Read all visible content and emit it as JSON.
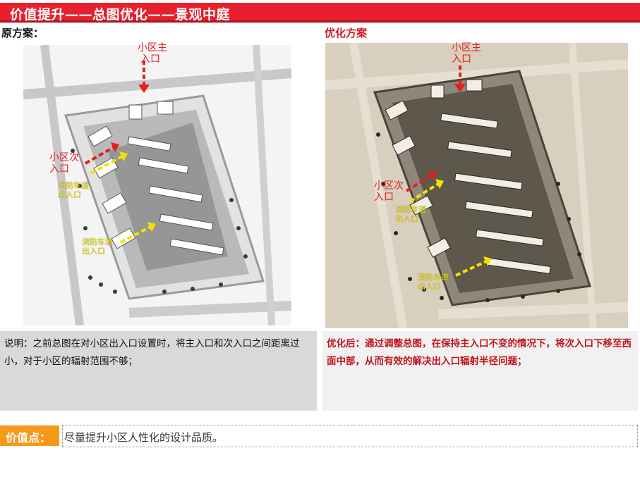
{
  "header": {
    "title": "价值提升——总图优化——景观中庭"
  },
  "left_panel": {
    "label": "原方案：",
    "main_entrance": [
      "小区主",
      "入口"
    ],
    "secondary_entrance": [
      "小区次",
      "入口"
    ],
    "fire_lane_1": [
      "消防车道",
      "出入口"
    ],
    "fire_lane_2": [
      "消防车道",
      "出入口"
    ],
    "description": "说明：之前总图在对小区出入口设置时，将主入口和次入口之间距离过小，对于小区的辐射范围不够；"
  },
  "right_panel": {
    "label": "优化方案",
    "main_entrance": [
      "小区主",
      "入口"
    ],
    "secondary_entrance": [
      "小区次",
      "入口"
    ],
    "fire_lane_1": [
      "消防车道",
      "出入口"
    ],
    "fire_lane_2": [
      "消防车道",
      "出入口"
    ],
    "description": "优化后：通过调整总图，在保持主入口不变的情况下，将次入口下移至西面中部，从而有效的解决出入口辐射半径问题；"
  },
  "value_point": {
    "tag": "价值点：",
    "text": "尽量提升小区人性化的设计品质。"
  },
  "colors": {
    "title_bar": "#e8202e",
    "entrance_arrow": "#e02020",
    "fire_lane_arrow": "#f2e200",
    "value_tag": "#f39a19"
  }
}
